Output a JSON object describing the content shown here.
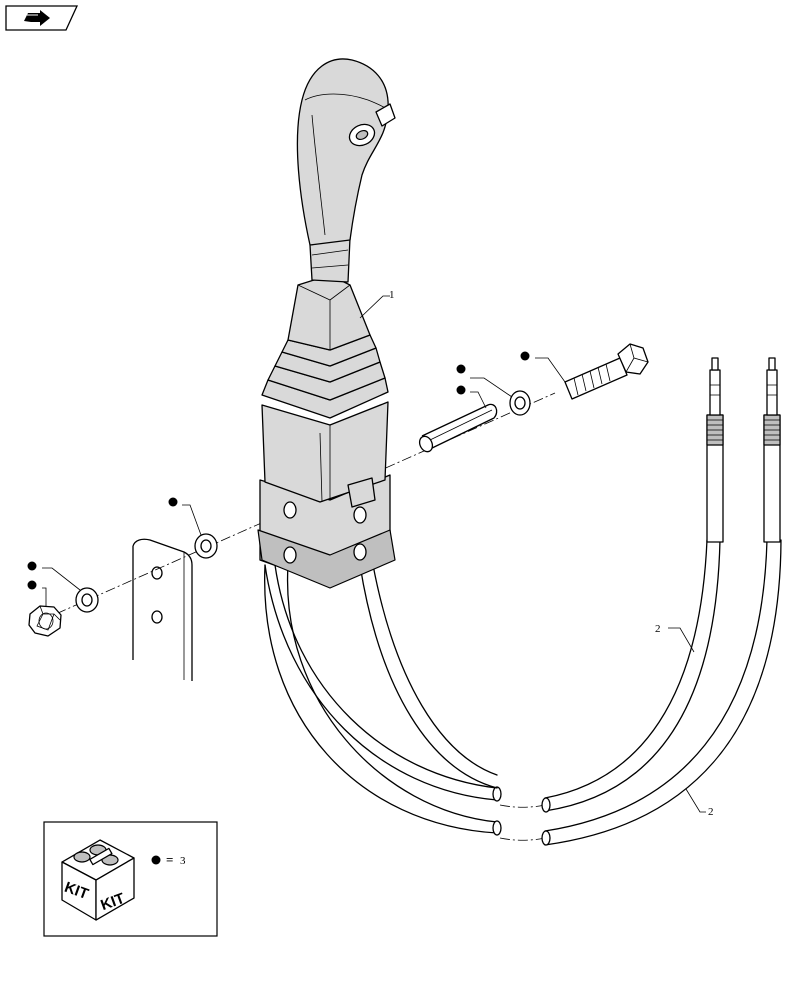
{
  "callouts": {
    "item_1": "1",
    "item_2a": "2",
    "item_2b": "2"
  },
  "legend": {
    "kit_label_left": "KIT",
    "kit_label_right": "KIT",
    "equals_sign": "=",
    "kit_item_number": "3"
  },
  "icons": {
    "nav_button": "arrow-right-icon",
    "kit_marker": "filled-dot"
  }
}
